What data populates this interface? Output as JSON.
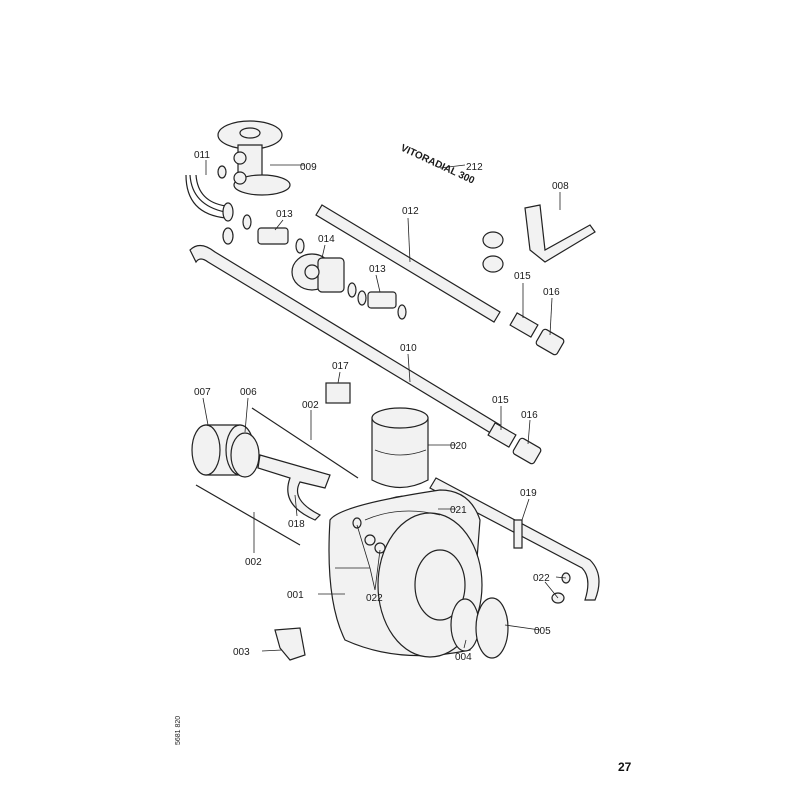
{
  "diagram": {
    "product_label": "VITORADIAL 300",
    "callouts": {
      "c011": "011",
      "c009": "009",
      "c212": "212",
      "c008": "008",
      "c013a": "013",
      "c012": "012",
      "c014": "014",
      "c013b": "013",
      "c015a": "015",
      "c016a": "016",
      "c010": "010",
      "c017": "017",
      "c007": "007",
      "c006": "006",
      "c002a": "002",
      "c015b": "015",
      "c016b": "016",
      "c020": "020",
      "c019": "019",
      "c021": "021",
      "c018": "018",
      "c002b": "002",
      "c022a": "022",
      "c001": "001",
      "c022b": "022",
      "c005": "005",
      "c004": "004",
      "c003": "003"
    }
  },
  "footer": {
    "document_number": "5681 820",
    "page_number": "27"
  }
}
